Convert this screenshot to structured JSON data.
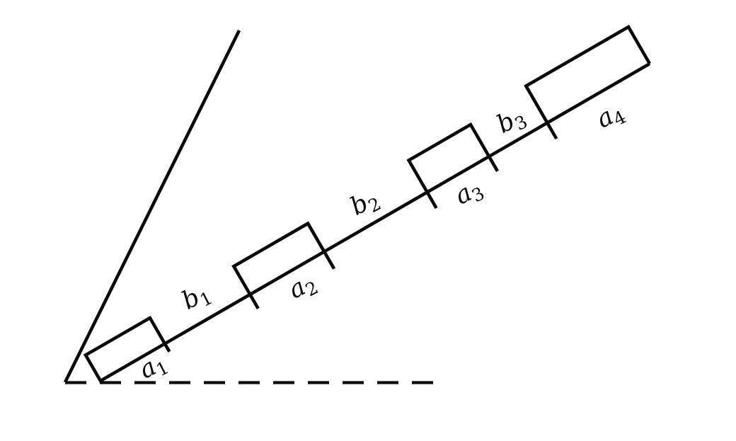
{
  "figure": {
    "kind": "angle-with-blocks-on-incline",
    "stroke_color": "#0a0a0a",
    "background_color": "#ffffff",
    "block_labels": [
      {
        "base": "a",
        "sub": "1"
      },
      {
        "base": "a",
        "sub": "2"
      },
      {
        "base": "a",
        "sub": "3"
      },
      {
        "base": "a",
        "sub": "4"
      }
    ],
    "gap_labels": [
      {
        "base": "b",
        "sub": "1"
      },
      {
        "base": "b",
        "sub": "2"
      },
      {
        "base": "b",
        "sub": "3"
      }
    ]
  }
}
